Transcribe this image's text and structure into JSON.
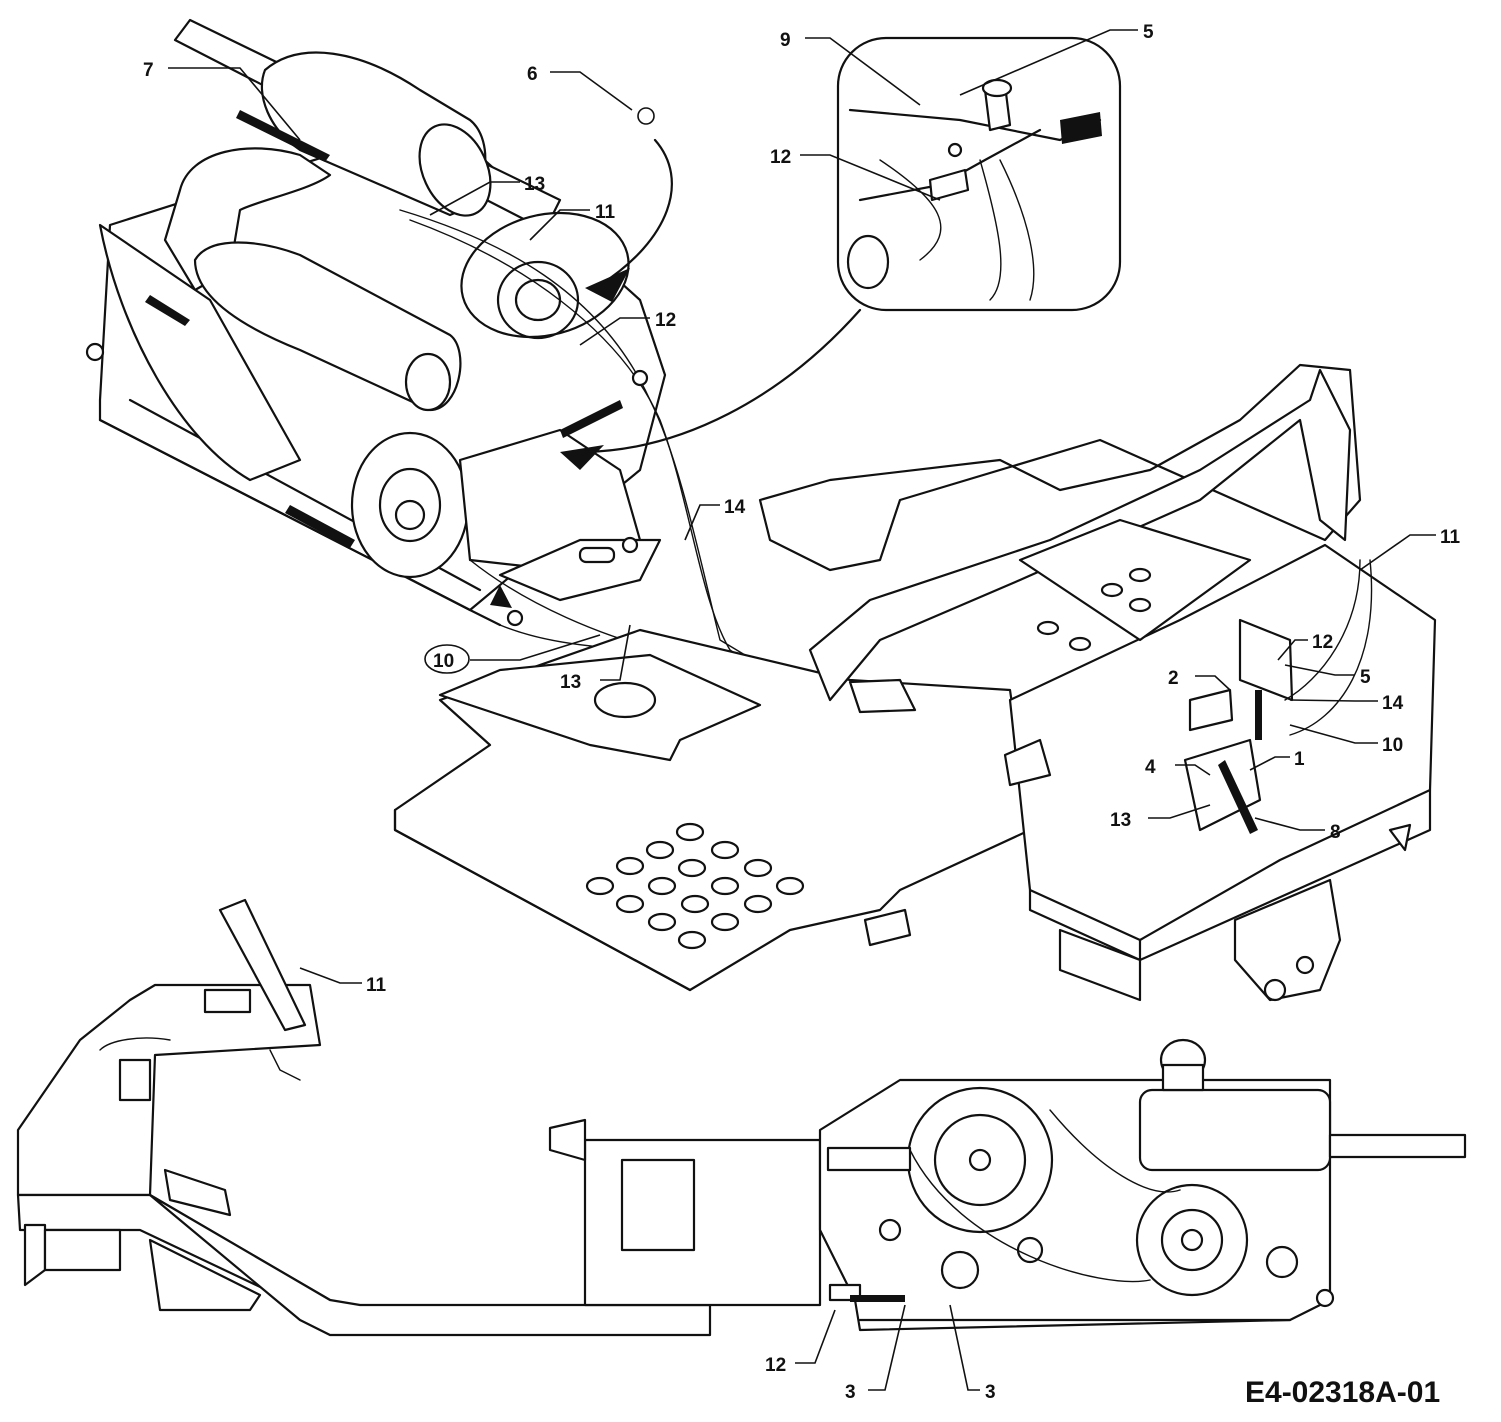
{
  "drawing_code": "E4-02318A-01",
  "callouts": {
    "c_7": "7",
    "c_6": "6",
    "c_13_top": "13",
    "c_11_top": "11",
    "c_12_engine": "12",
    "c_9_inset": "9",
    "c_5_inset": "5",
    "c_12_inset": "12",
    "c_14_mid": "14",
    "c_10_left": "10",
    "c_13_mid": "13",
    "c_11_right": "11",
    "c_12_right": "12",
    "c_5_right": "5",
    "c_2": "2",
    "c_14_right": "14",
    "c_10_right": "10",
    "c_4": "4",
    "c_1": "1",
    "c_13_right": "13",
    "c_8": "8",
    "c_11_bottom": "11",
    "c_12_bottom": "12",
    "c_3_left": "3",
    "c_3_right": "3"
  },
  "colors": {
    "line": "#111111",
    "background": "#ffffff"
  }
}
